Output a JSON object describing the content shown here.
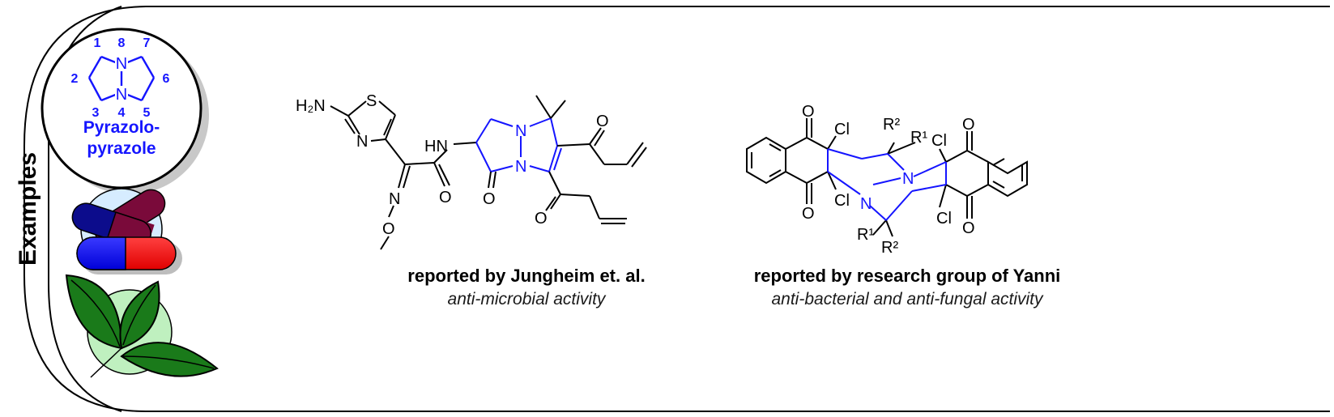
{
  "side_label": "Examples",
  "core": {
    "numbers": [
      "1",
      "2",
      "3",
      "4",
      "5",
      "6",
      "7",
      "8"
    ],
    "name_line1": "Pyrazolo-",
    "name_line2": "pyrazole"
  },
  "left_molecule": {
    "atoms": {
      "amine": "H₂N",
      "s": "S",
      "n_thiazole": "N",
      "hn": "HN",
      "n_oxime": "N",
      "o_oxime": "O",
      "o_amide": "O",
      "n_top": "N",
      "n_bottom": "N",
      "o_lactam": "O",
      "o_ketone_top": "O",
      "o_ketone_bottom": "O"
    },
    "caption": "reported by Jungheim et. al.",
    "activity": "anti-microbial activity"
  },
  "right_molecule": {
    "atoms": {
      "o1": "O",
      "o2": "O",
      "o3": "O",
      "o4": "O",
      "cl1": "Cl",
      "cl2": "Cl",
      "cl3": "Cl",
      "cl4": "Cl",
      "n1": "N",
      "n2": "N",
      "r2_top": "R²",
      "r1_top": "R¹",
      "r1_bottom": "R¹",
      "r2_bottom": "R²"
    },
    "caption": "reported by research group of Yanni",
    "activity": "anti-bacterial and anti-fungal activity"
  },
  "colors": {
    "scaffold_blue": "#1515ff",
    "frame": "#000000",
    "capsule_blue": "#0a0aff",
    "capsule_red": "#ff1a1a",
    "capsule_navy": "#0c0c8c",
    "capsule_maroon": "#7a0a3a",
    "leaf_green": "#1a7a1a",
    "circle_green": "#bff0bf"
  },
  "icons": [
    "capsule-icon",
    "leaf-icon"
  ]
}
